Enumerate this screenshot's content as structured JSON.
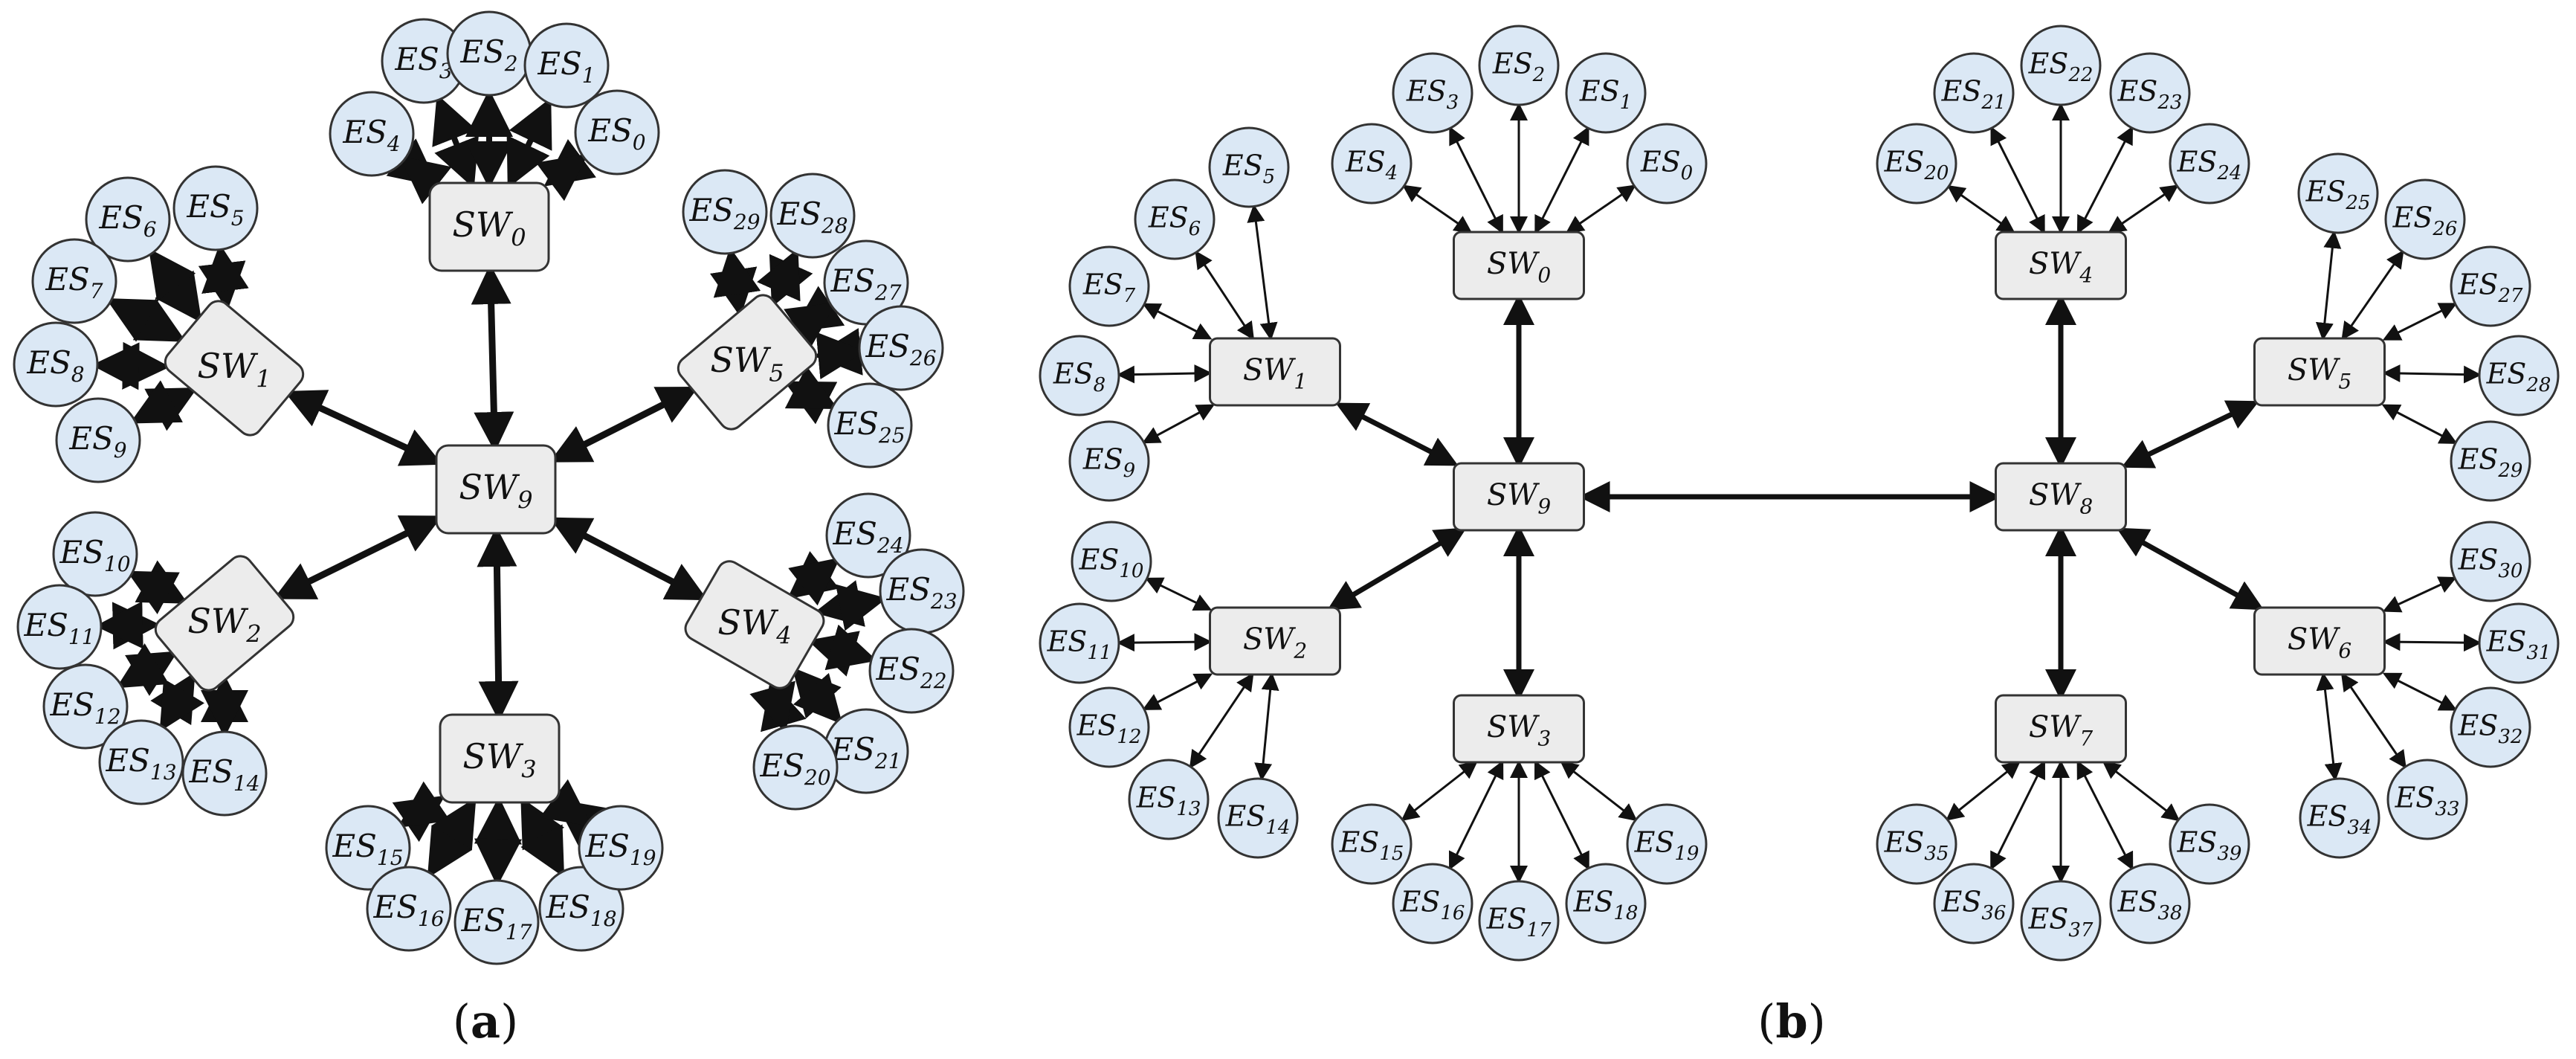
{
  "figure": {
    "panel_a": {
      "label_open": "(",
      "label_letter": "a",
      "label_close": ")"
    },
    "panel_b": {
      "label_open": "(",
      "label_letter": "b",
      "label_close": ")"
    }
  },
  "colors": {
    "switch_fill": "#ececec",
    "switch_stroke": "#333333",
    "station_fill": "#dbe8f5",
    "station_stroke": "#333333",
    "arrow": "#111111"
  },
  "prefixes": {
    "switch": "SW",
    "station": "ES"
  },
  "graphs": [
    {
      "id": "a",
      "switches": [
        "0",
        "1",
        "2",
        "3",
        "4",
        "5",
        "9"
      ],
      "trunk_links": [
        [
          "9",
          "0"
        ],
        [
          "9",
          "1"
        ],
        [
          "9",
          "2"
        ],
        [
          "9",
          "3"
        ],
        [
          "9",
          "4"
        ],
        [
          "9",
          "5"
        ]
      ],
      "groups": [
        {
          "switch": "0",
          "stations": [
            "4",
            "3",
            "2",
            "1",
            "0"
          ]
        },
        {
          "switch": "1",
          "stations": [
            "6",
            "5",
            "7",
            "8",
            "9"
          ]
        },
        {
          "switch": "5",
          "stations": [
            "29",
            "28",
            "27",
            "26",
            "25"
          ]
        },
        {
          "switch": "2",
          "stations": [
            "10",
            "11",
            "12",
            "13",
            "14"
          ]
        },
        {
          "switch": "4",
          "stations": [
            "24",
            "23",
            "22",
            "21",
            "20"
          ]
        },
        {
          "switch": "3",
          "stations": [
            "15",
            "16",
            "17",
            "18",
            "19"
          ]
        }
      ]
    },
    {
      "id": "b",
      "switches": [
        "0",
        "1",
        "2",
        "3",
        "9",
        "4",
        "5",
        "6",
        "7",
        "8"
      ],
      "trunk_links": [
        [
          "9",
          "0"
        ],
        [
          "9",
          "1"
        ],
        [
          "9",
          "2"
        ],
        [
          "9",
          "3"
        ],
        [
          "9",
          "8"
        ],
        [
          "8",
          "4"
        ],
        [
          "8",
          "5"
        ],
        [
          "8",
          "6"
        ],
        [
          "8",
          "7"
        ]
      ],
      "groups": [
        {
          "switch": "0",
          "stations": [
            "4",
            "3",
            "2",
            "1",
            "0"
          ]
        },
        {
          "switch": "1",
          "stations": [
            "6",
            "5",
            "7",
            "8",
            "9"
          ]
        },
        {
          "switch": "2",
          "stations": [
            "10",
            "11",
            "12",
            "13",
            "14"
          ]
        },
        {
          "switch": "3",
          "stations": [
            "15",
            "16",
            "17",
            "18",
            "19"
          ]
        },
        {
          "switch": "4",
          "stations": [
            "20",
            "21",
            "22",
            "23",
            "24"
          ]
        },
        {
          "switch": "5",
          "stations": [
            "25",
            "26",
            "27",
            "28",
            "29"
          ]
        },
        {
          "switch": "6",
          "stations": [
            "30",
            "31",
            "32",
            "33",
            "34"
          ]
        },
        {
          "switch": "7",
          "stations": [
            "35",
            "36",
            "37",
            "38",
            "39"
          ]
        }
      ]
    }
  ]
}
